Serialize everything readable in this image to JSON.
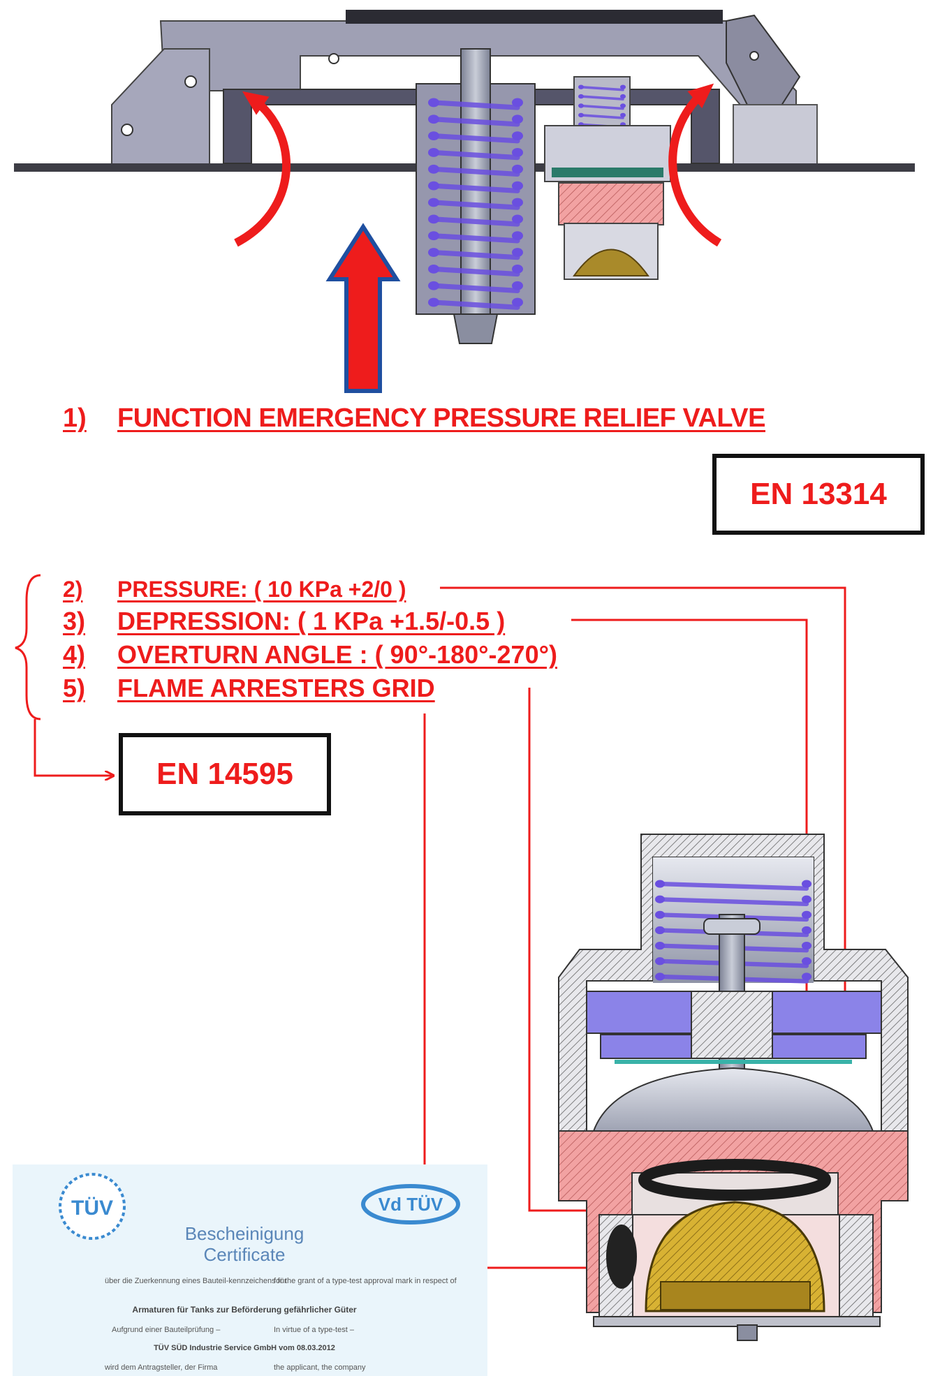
{
  "title_item": {
    "number": "1)",
    "text": "FUNCTION EMERGENCY PRESSURE RELIEF VALVE"
  },
  "standard_top": "EN 13314",
  "standard_bottom": "EN 14595",
  "features": [
    {
      "number": "2)",
      "text": "PRESSURE: ( 10 KPa +2/0 )"
    },
    {
      "number": "3)",
      "text": "DEPRESSION: ( 1 KPa +1.5/-0.5 )"
    },
    {
      "number": "4)",
      "text": "OVERTURN ANGLE : ( 90°-180°-270°)"
    },
    {
      "number": "5)",
      "text": "FLAME ARRESTERS GRID"
    }
  ],
  "certificate": {
    "logo_left": "TÜV",
    "logo_right": "Vd TÜV",
    "title_de": "Bescheinigung",
    "title_en": "Certificate",
    "line1_de": "über die Zuerkennung eines Bauteil-kennzeichens für",
    "line1_en": "for the grant of a type-test approval mark in respect of",
    "line2": "Armaturen für Tanks zur Beförderung gefährlicher Güter",
    "line3_de": "Aufgrund einer Bauteilprüfung –",
    "line3_en": "In virtue of a type-test –",
    "line4": "TÜV SÜD Industrie Service GmbH vom 08.03.2012",
    "line5_de": "wird dem Antragsteller, der Firma",
    "line5_en": "the applicant, the company"
  },
  "colors": {
    "accent_red": "#ee1c1c",
    "spring_purple": "#6a4fe0",
    "body_pink": "#f0a0a0",
    "steel_grey": "#9a9fb0",
    "grid_gold": "#c9a227",
    "arrow_blue": "#1f4fa0"
  }
}
